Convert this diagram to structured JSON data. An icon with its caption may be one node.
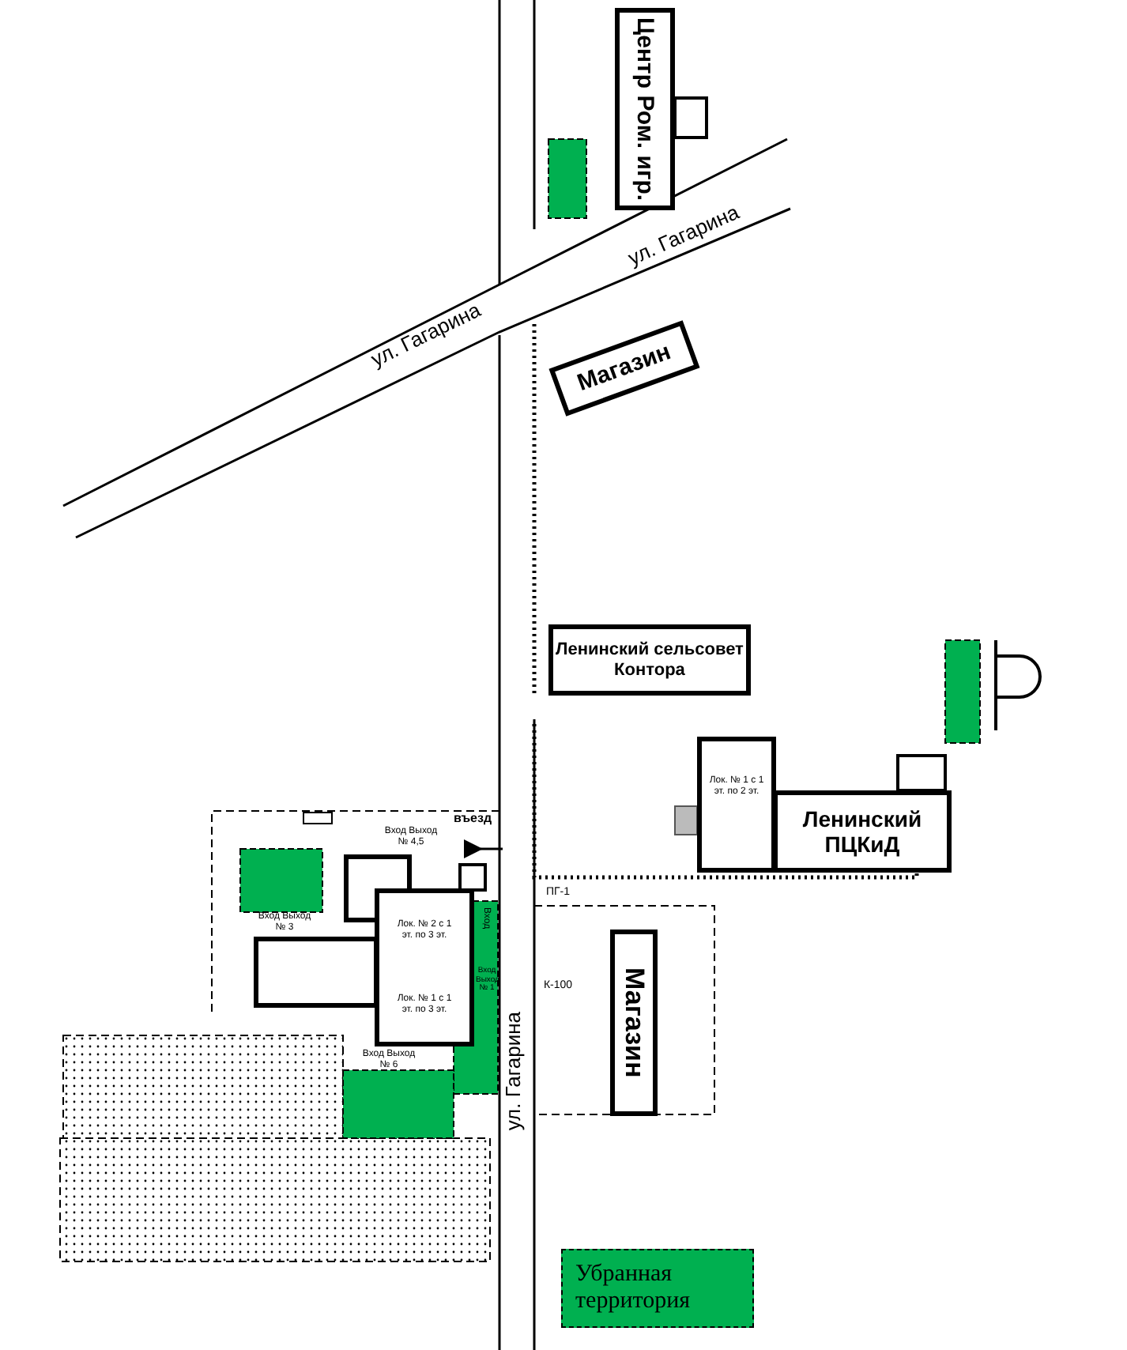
{
  "diagram": {
    "nodes": [
      {
        "text": [
          "Центр Ром. игр."
        ]
      },
      {
        "text": [
          "Магазин"
        ]
      },
      {
        "text": [
          "Ленинский сельсовет",
          "Контора"
        ]
      },
      {
        "text": [
          "Лок. № 1 с 1 эт. по 2 эт."
        ]
      },
      {
        "text": [
          "Ленинский ПЦКиД"
        ]
      },
      {
        "text": [
          "Магазин"
        ]
      },
      {
        "text": [
          "Лок. № 2 с 1 эт. по 3 эт.",
          "Лок. № 1 с 1 эт. по 3 эт."
        ]
      }
    ],
    "edges": [],
    "labels": [
      "ул. Гагарина",
      "ул. Гагарина",
      "Вход Выход № 4,5",
      "въезд",
      "ПГ-1",
      "Вход Выход № 3",
      "Вход",
      "К-100",
      "Вход Выход № 1",
      "Вход Выход № 6",
      "ул. Гагарина"
    ],
    "legend": [
      {
        "text": "Убранная территория",
        "color": "#00b050"
      }
    ]
  }
}
